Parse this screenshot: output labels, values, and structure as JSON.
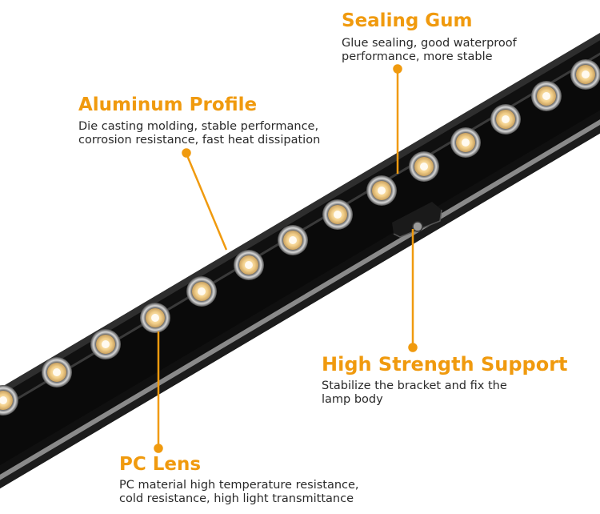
{
  "accent_color": "#f09a0e",
  "callouts": {
    "sealing_gum": {
      "title": "Sealing Gum",
      "desc_line1": "Glue sealing, good waterproof",
      "desc_line2": "performance, more stable"
    },
    "aluminum_profile": {
      "title": "Aluminum Profile",
      "desc_line1": "Die casting molding, stable performance,",
      "desc_line2": "corrosion resistance, fast heat dissipation"
    },
    "high_strength_support": {
      "title": "High Strength Support",
      "desc_line1": "Stabilize the bracket and fix the",
      "desc_line2": "lamp body"
    },
    "pc_lens": {
      "title": "PC Lens",
      "desc_line1": "PC material high temperature resistance,",
      "desc_line2": "cold resistance, high light transmittance"
    }
  }
}
